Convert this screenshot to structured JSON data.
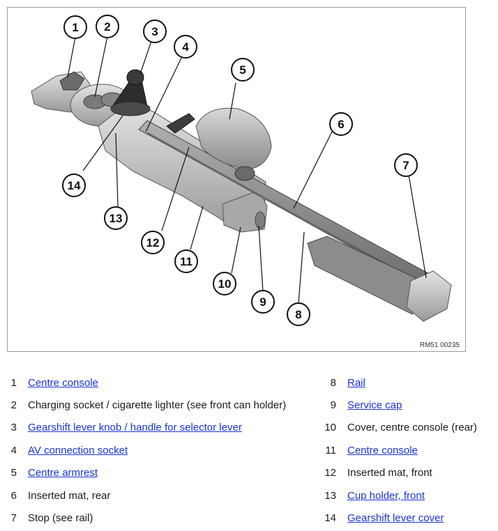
{
  "figure": {
    "ref_code": "RM51 00235",
    "callouts": [
      "1",
      "2",
      "3",
      "4",
      "5",
      "6",
      "7",
      "8",
      "9",
      "10",
      "11",
      "12",
      "13",
      "14"
    ]
  },
  "legend": [
    {
      "num": "1",
      "text": "Centre console",
      "link": true
    },
    {
      "num": "2",
      "text": "Charging socket / cigarette lighter (see front can holder)",
      "link": false
    },
    {
      "num": "3",
      "text": "Gearshift lever knob / handle for selector lever",
      "link": true
    },
    {
      "num": "4",
      "text": "AV connection socket",
      "link": true
    },
    {
      "num": "5",
      "text": "Centre armrest",
      "link": true
    },
    {
      "num": "6",
      "text": "Inserted mat, rear",
      "link": false
    },
    {
      "num": "7",
      "text": "Stop (see rail)",
      "link": false
    },
    {
      "num": "8",
      "text": "Rail",
      "link": true
    },
    {
      "num": "9",
      "text": "Service cap",
      "link": true
    },
    {
      "num": "10",
      "text": "Cover, centre console (rear)",
      "link": false
    },
    {
      "num": "11",
      "text": "Centre console",
      "link": true
    },
    {
      "num": "12",
      "text": "Inserted mat, front",
      "link": false
    },
    {
      "num": "13",
      "text": "Cup holder, front",
      "link": true
    },
    {
      "num": "14",
      "text": "Gearshift lever cover",
      "link": true
    }
  ]
}
